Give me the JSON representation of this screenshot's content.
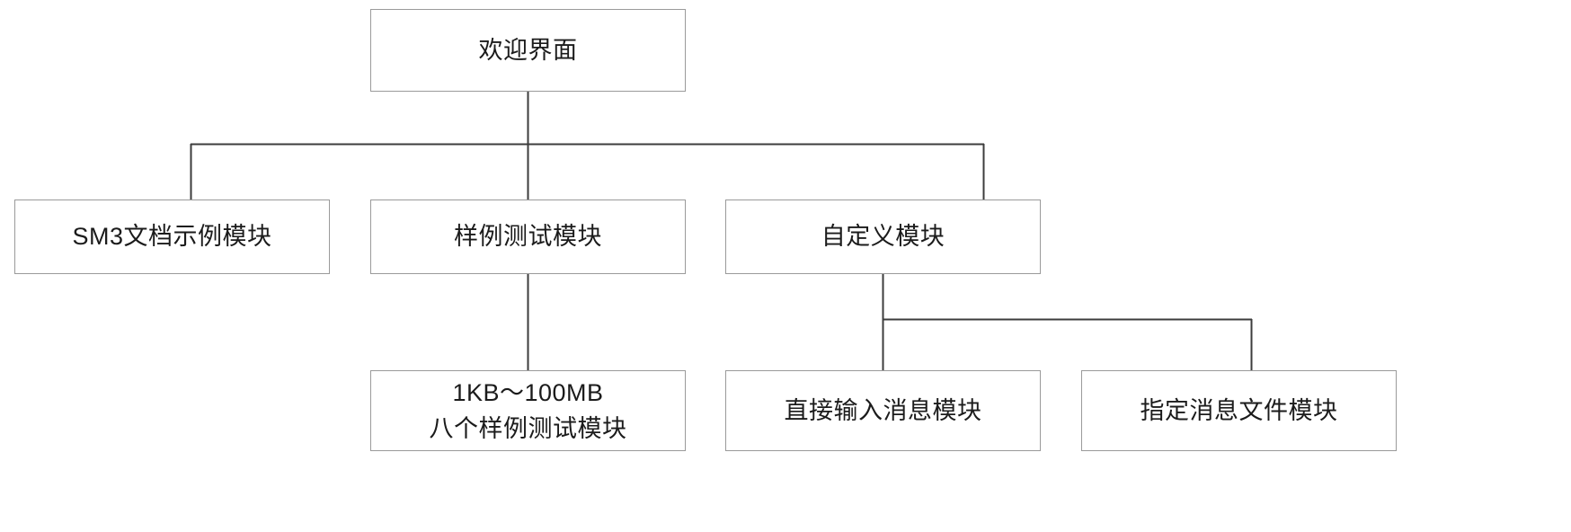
{
  "diagram": {
    "type": "hierarchy-tree",
    "title": "",
    "nodes": {
      "root": {
        "id": "welcome-screen",
        "label": "欢迎界面"
      },
      "sm3_doc": {
        "id": "sm3-doc-example-module",
        "label": "SM3文档示例模块"
      },
      "sample_test": {
        "id": "sample-test-module",
        "label": "样例测试模块"
      },
      "custom": {
        "id": "custom-module",
        "label": "自定义模块"
      },
      "size_samples": {
        "id": "size-range-sample-module",
        "label_line1": "1KB〜100MB",
        "label_line2": "八个样例测试模块"
      },
      "direct_input": {
        "id": "direct-input-message-module",
        "label": "直接输入消息模块"
      },
      "message_file": {
        "id": "specify-message-file-module",
        "label": "指定消息文件模块"
      }
    },
    "edges": [
      {
        "from": "root",
        "to": "sm3_doc"
      },
      {
        "from": "root",
        "to": "sample_test"
      },
      {
        "from": "root",
        "to": "custom"
      },
      {
        "from": "sample_test",
        "to": "size_samples"
      },
      {
        "from": "custom",
        "to": "direct_input"
      },
      {
        "from": "custom",
        "to": "message_file"
      }
    ],
    "style": {
      "background": "#ffffff",
      "box_border": "#9a9a9a",
      "box_fill": "#ffffff",
      "connector_color": "#3c3c3c",
      "text_color": "#1b1b1b"
    }
  }
}
